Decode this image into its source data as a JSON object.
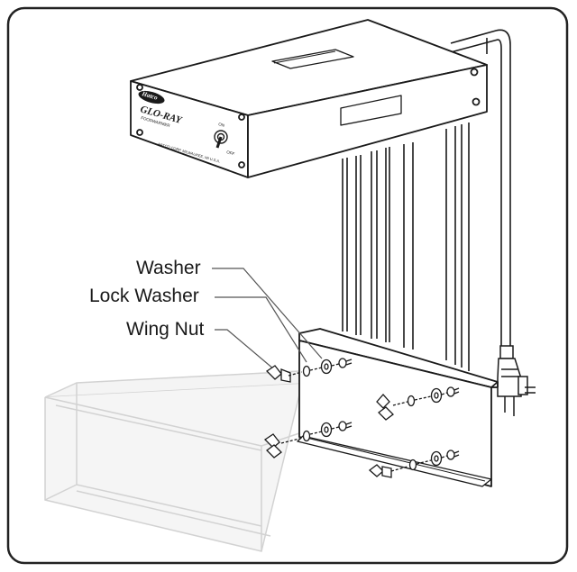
{
  "labels": {
    "washer": "Washer",
    "lock_washer": "Lock Washer",
    "wing_nut": "Wing Nut"
  },
  "unit": {
    "logo_text": "Hatco",
    "brand_name": "GLO-RAY",
    "brand_sub": "FOODWARMER",
    "switch_on": "ON",
    "switch_off": "OFF",
    "maker_line": "HATCO CORP. MILWAUKEE, WI U.S.A."
  },
  "colors": {
    "line": "#1a1a1a",
    "frame": "#222222",
    "ghost_box": "#d5d5d5",
    "ghost_fill": "#f2f2f2"
  },
  "icons": {
    "washer": "flat-washer-icon",
    "lock_washer": "split-lock-washer-icon",
    "wing_nut": "wing-nut-icon",
    "plug": "power-plug-icon"
  }
}
